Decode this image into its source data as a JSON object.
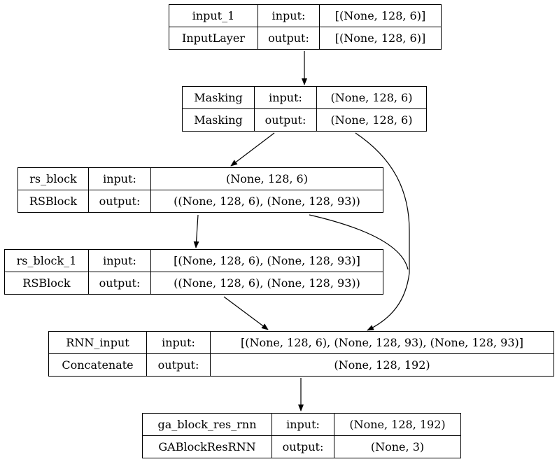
{
  "nodes": [
    {
      "name": "input_1",
      "class": "InputLayer",
      "input_label": "input:",
      "output_label": "output:",
      "input_shape": "[(None, 128, 6)]",
      "output_shape": "[(None, 128, 6)]"
    },
    {
      "name": "Masking",
      "class": "Masking",
      "input_label": "input:",
      "output_label": "output:",
      "input_shape": "(None, 128, 6)",
      "output_shape": "(None, 128, 6)"
    },
    {
      "name": "rs_block",
      "class": "RSBlock",
      "input_label": "input:",
      "output_label": "output:",
      "input_shape": "(None, 128, 6)",
      "output_shape": "((None, 128, 6), (None, 128, 93))"
    },
    {
      "name": "rs_block_1",
      "class": "RSBlock",
      "input_label": "input:",
      "output_label": "output:",
      "input_shape": "[(None, 128, 6), (None, 128, 93)]",
      "output_shape": "((None, 128, 6), (None, 128, 93))"
    },
    {
      "name": "RNN_input",
      "class": "Concatenate",
      "input_label": "input:",
      "output_label": "output:",
      "input_shape": "[(None, 128, 6), (None, 128, 93), (None, 128, 93)]",
      "output_shape": "(None, 128, 192)"
    },
    {
      "name": "ga_block_res_rnn",
      "class": "GABlockResRNN",
      "input_label": "input:",
      "output_label": "output:",
      "input_shape": "(None, 128, 192)",
      "output_shape": "(None, 3)"
    }
  ],
  "edges": [
    {
      "from": "input_1",
      "to": "Masking"
    },
    {
      "from": "Masking",
      "to": "rs_block"
    },
    {
      "from": "Masking",
      "to": "RNN_input"
    },
    {
      "from": "rs_block",
      "to": "rs_block_1"
    },
    {
      "from": "rs_block",
      "to": "RNN_input"
    },
    {
      "from": "rs_block_1",
      "to": "RNN_input"
    },
    {
      "from": "RNN_input",
      "to": "ga_block_res_rnn"
    }
  ]
}
